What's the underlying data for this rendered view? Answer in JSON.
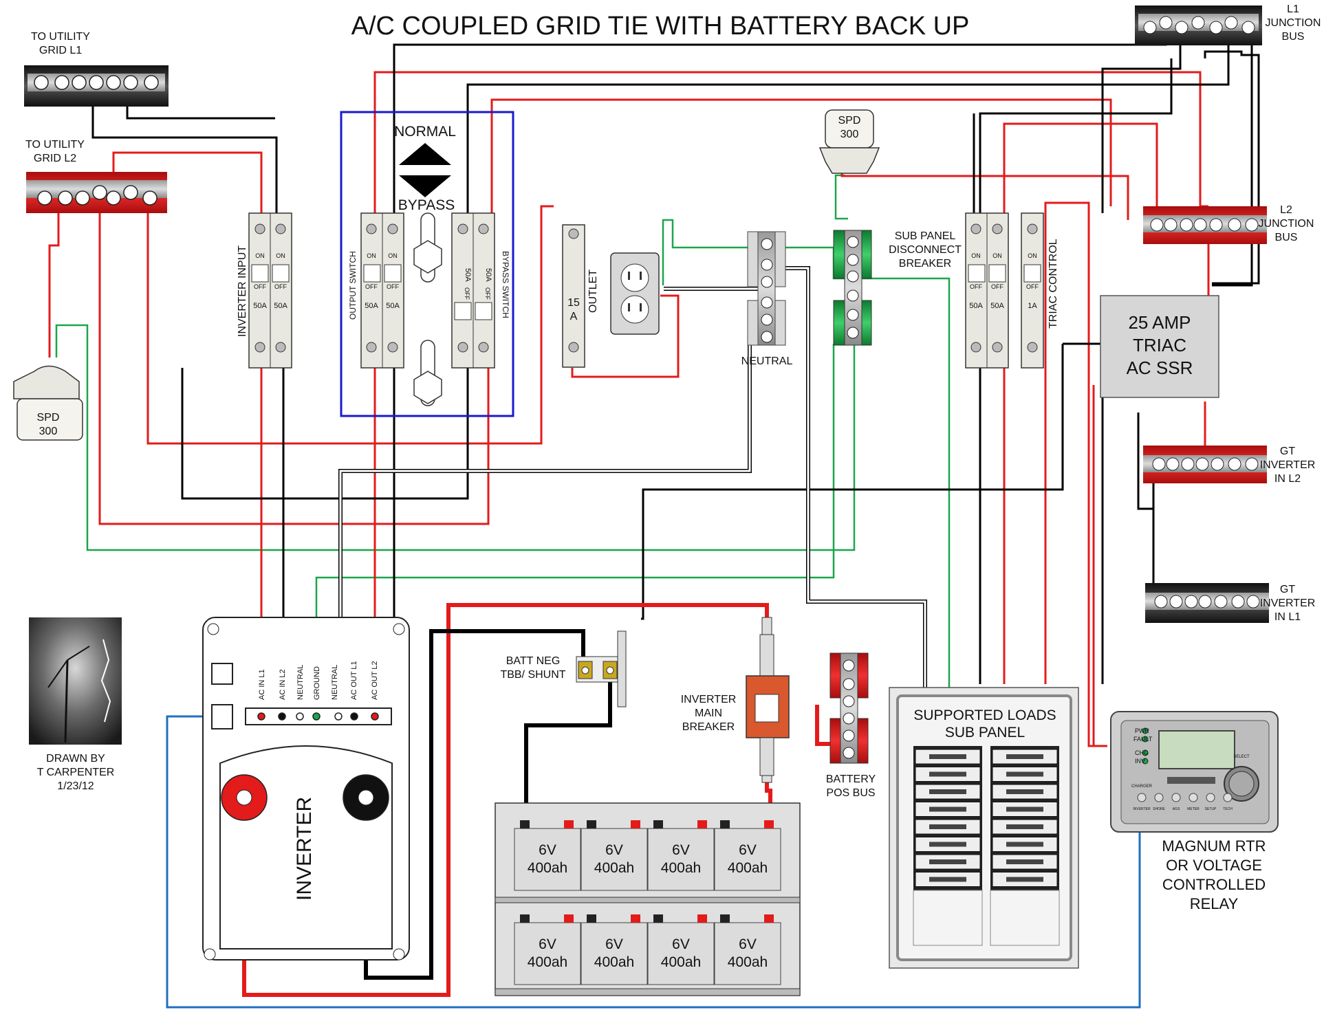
{
  "title": "A/C COUPLED GRID TIE WITH BATTERY BACK UP",
  "colors": {
    "hot_l1": "#000000",
    "hot_l2": "#e31b1b",
    "ground": "#1aa64a",
    "neutral": "#ffffff",
    "comm": "#1f6fbf",
    "bypass_box": "#1a1acc",
    "breaker_body": "#e9e8e0",
    "panel_gray": "#d9d9d9"
  },
  "labels": {
    "utility_l1": [
      "TO UTILITY",
      "GRID L1"
    ],
    "utility_l2": [
      "TO UTILITY",
      "GRID L2"
    ],
    "spd_left": [
      "SPD",
      "300"
    ],
    "spd_top": [
      "SPD",
      "300"
    ],
    "inverter_input": "INVERTER INPUT",
    "output_switch": "OUTPUT SWITCH",
    "bypass_switch": "BYPASS SWITCH",
    "normal": "NORMAL",
    "bypass": "BYPASS",
    "outlet": "OUTLET",
    "outlet_breaker": [
      "15",
      "A"
    ],
    "neutral": "NEUTRAL",
    "sub_panel_disconnect": [
      "SUB PANEL",
      "DISCONNECT",
      "BREAKER"
    ],
    "triac_control": "TRIAC CONTROL",
    "l1_junction": [
      "L1",
      "JUNCTION",
      "BUS"
    ],
    "l2_junction": [
      "L2",
      "JUNCTION",
      "BUS"
    ],
    "ssr": [
      "25 AMP",
      "TRIAC",
      "AC SSR"
    ],
    "gt_l2": [
      "GT",
      "INVERTER",
      "IN L2"
    ],
    "gt_l1": [
      "GT",
      "INVERTER",
      "IN L1"
    ],
    "batt_neg": [
      "BATT NEG",
      "TBB/ SHUNT"
    ],
    "inv_main_breaker": [
      "INVERTER",
      "MAIN",
      "BREAKER"
    ],
    "battery_pos_bus": [
      "BATTERY",
      "POS BUS"
    ],
    "sub_panel": [
      "SUPPORTED LOADS",
      "SUB PANEL"
    ],
    "relay": [
      "MAGNUM RTR",
      "OR VOLTAGE",
      "CONTROLLED",
      "RELAY"
    ],
    "drawn_by": [
      "DRAWN BY",
      "T CARPENTER",
      "1/23/12"
    ],
    "inverter": "INVERTER",
    "inverter_terminals": [
      "AC IN L1",
      "AC IN L2",
      "NEUTRAL",
      "GROUND",
      "NEUTRAL",
      "AC OUT L1",
      "AC OUT L2"
    ],
    "breaker_on": "ON",
    "breaker_off": "OFF",
    "breaker_50a": "50A",
    "breaker_1a": "1A",
    "relay_leds": [
      "PWR",
      "FAULT",
      "CHG",
      "INV"
    ],
    "relay_buttons": [
      "INVERTER",
      "SHORE",
      "AGS",
      "METER",
      "SETUP",
      "TECH"
    ],
    "relay_select": "SELECT",
    "relay_charger": "CHARGER"
  },
  "batteries": [
    {
      "volts": "6V",
      "capacity": "400ah"
    },
    {
      "volts": "6V",
      "capacity": "400ah"
    },
    {
      "volts": "6V",
      "capacity": "400ah"
    },
    {
      "volts": "6V",
      "capacity": "400ah"
    },
    {
      "volts": "6V",
      "capacity": "400ah"
    },
    {
      "volts": "6V",
      "capacity": "400ah"
    },
    {
      "volts": "6V",
      "capacity": "400ah"
    },
    {
      "volts": "6V",
      "capacity": "400ah"
    }
  ]
}
